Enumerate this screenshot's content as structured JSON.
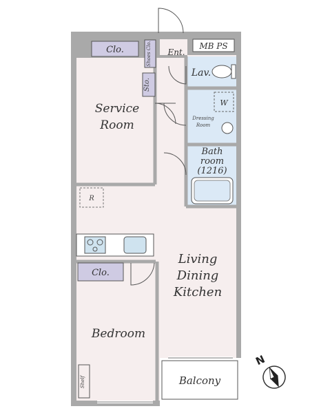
{
  "plan": {
    "rooms": {
      "service_room": [
        "Service",
        "Room"
      ],
      "living_dining_kitchen": [
        "Living",
        "Dining",
        "Kitchen"
      ],
      "bedroom": "Bedroom",
      "balcony": "Balcony",
      "bathroom": [
        "Bath",
        "room",
        "(1216)"
      ],
      "dressing_room": [
        "Dressing",
        "Room"
      ]
    },
    "fixtures": {
      "closet_top": "Clo.",
      "closet_bedroom": "Clo.",
      "shoes_closet": "Shoes Clo.",
      "entrance": "Ent.",
      "mb_ps": "MB PS",
      "lavatory": "Lav.",
      "storage": "Sto.",
      "washer": "W",
      "refrigerator": "R",
      "shelf": "Shelf"
    },
    "compass": "N"
  },
  "colors": {
    "wall": "#a9a9a9",
    "floor": "#f6eeee",
    "wet_area": "#dbe9f6",
    "closet": "#cfcbe3",
    "line": "#555555"
  }
}
